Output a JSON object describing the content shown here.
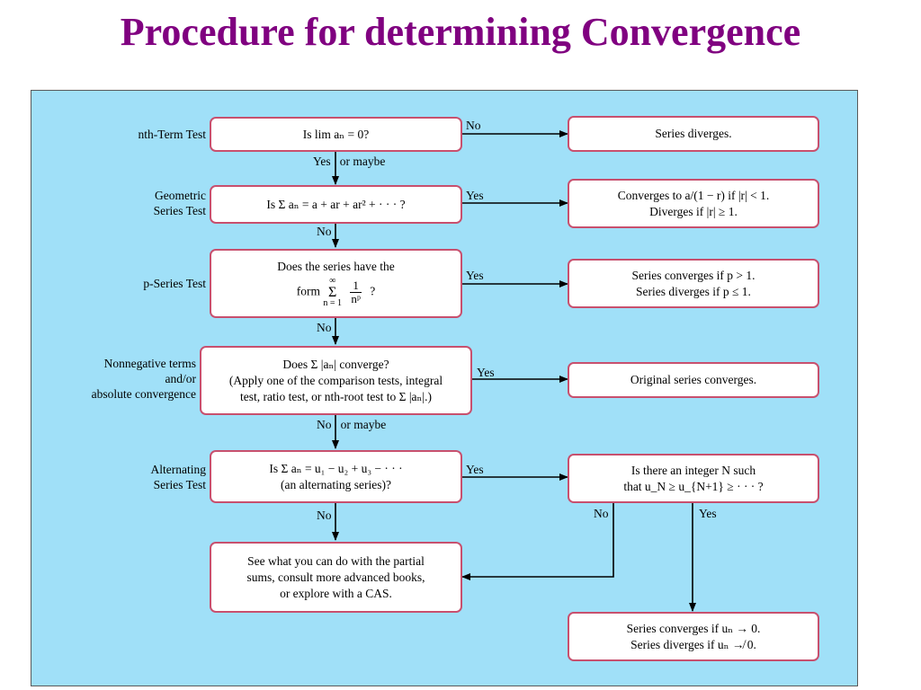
{
  "title": "Procedure for determining Convergence",
  "tests": {
    "nth_term": "nth-Term Test",
    "geometric": [
      "Geometric",
      "Series Test"
    ],
    "p_series": "p-Series Test",
    "nonneg": [
      "Nonnegative terms",
      "and/or",
      "absolute convergence"
    ],
    "alternating": [
      "Alternating",
      "Series Test"
    ]
  },
  "boxes": {
    "nth_q": "Is lim aₙ = 0?",
    "geo_q": "Is Σ aₙ = a + ar + ar² + · · · ?",
    "p_q": [
      "Does the series have the",
      "form",
      "1",
      "nᵖ",
      "?",
      "∞",
      "Σ",
      "n = 1"
    ],
    "nonneg_q": [
      "Does Σ |aₙ| converge?",
      "(Apply one of the comparison tests, integral",
      "test, ratio test, or nth-root test to Σ |aₙ|.)"
    ],
    "alt_q": [
      "Is Σ aₙ = u₁ − u₂ + u₃ − · · ·",
      "(an alternating series)?"
    ],
    "partial": [
      "See what you can do with the partial",
      "sums, consult more advanced books,",
      "or explore with a CAS."
    ],
    "diverges": "Series diverges.",
    "geo_result": [
      "Converges to a/(1 − r) if |r| < 1.",
      "Diverges if |r| ≥ 1."
    ],
    "p_result": [
      "Series converges if p > 1.",
      "Series diverges if p ≤ 1."
    ],
    "nonneg_result": "Original series converges.",
    "alt_check": [
      "Is there an integer N such",
      "that u_N ≥ u_{N+1} ≥ · · · ?"
    ],
    "alt_result": [
      "Series converges if uₙ → 0.",
      "Series diverges if uₙ ↛ 0."
    ]
  },
  "edges": {
    "no": "No",
    "yes": "Yes",
    "yes_or_maybe": "Yes   or maybe",
    "no_or_maybe": "No   or maybe"
  }
}
